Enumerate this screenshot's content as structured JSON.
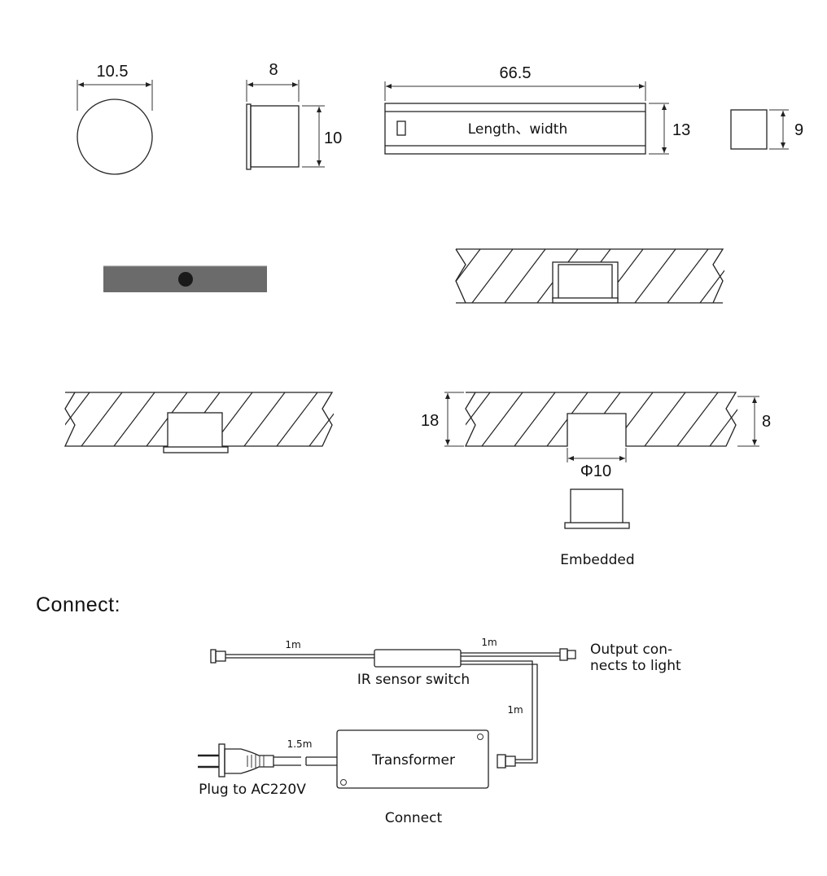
{
  "dimensions": {
    "round_diameter": "10.5",
    "side_width": "8",
    "side_height": "10",
    "bar_length": "66.5",
    "bar_height": "13",
    "small_square": "9",
    "board_thickness": "18",
    "hole_depth": "8",
    "hole_diameter": "Φ10"
  },
  "labels": {
    "bar_text": "Length、width",
    "embedded": "Embedded",
    "connect_heading": "Connect:",
    "wire_sensor": "1m",
    "wire_output": "1m",
    "wire_down": "1m",
    "wire_plug": "1.5m",
    "ir_switch": "IR sensor switch",
    "output_line1": "Output con-",
    "output_line2": "nects to light",
    "transformer": "Transformer",
    "plug": "Plug to AC220V",
    "connect_caption": "Connect"
  },
  "colors": {
    "bar_gray": "#6b6b6b",
    "line": "#222222",
    "sensor_dot": "#1a1a1a"
  }
}
